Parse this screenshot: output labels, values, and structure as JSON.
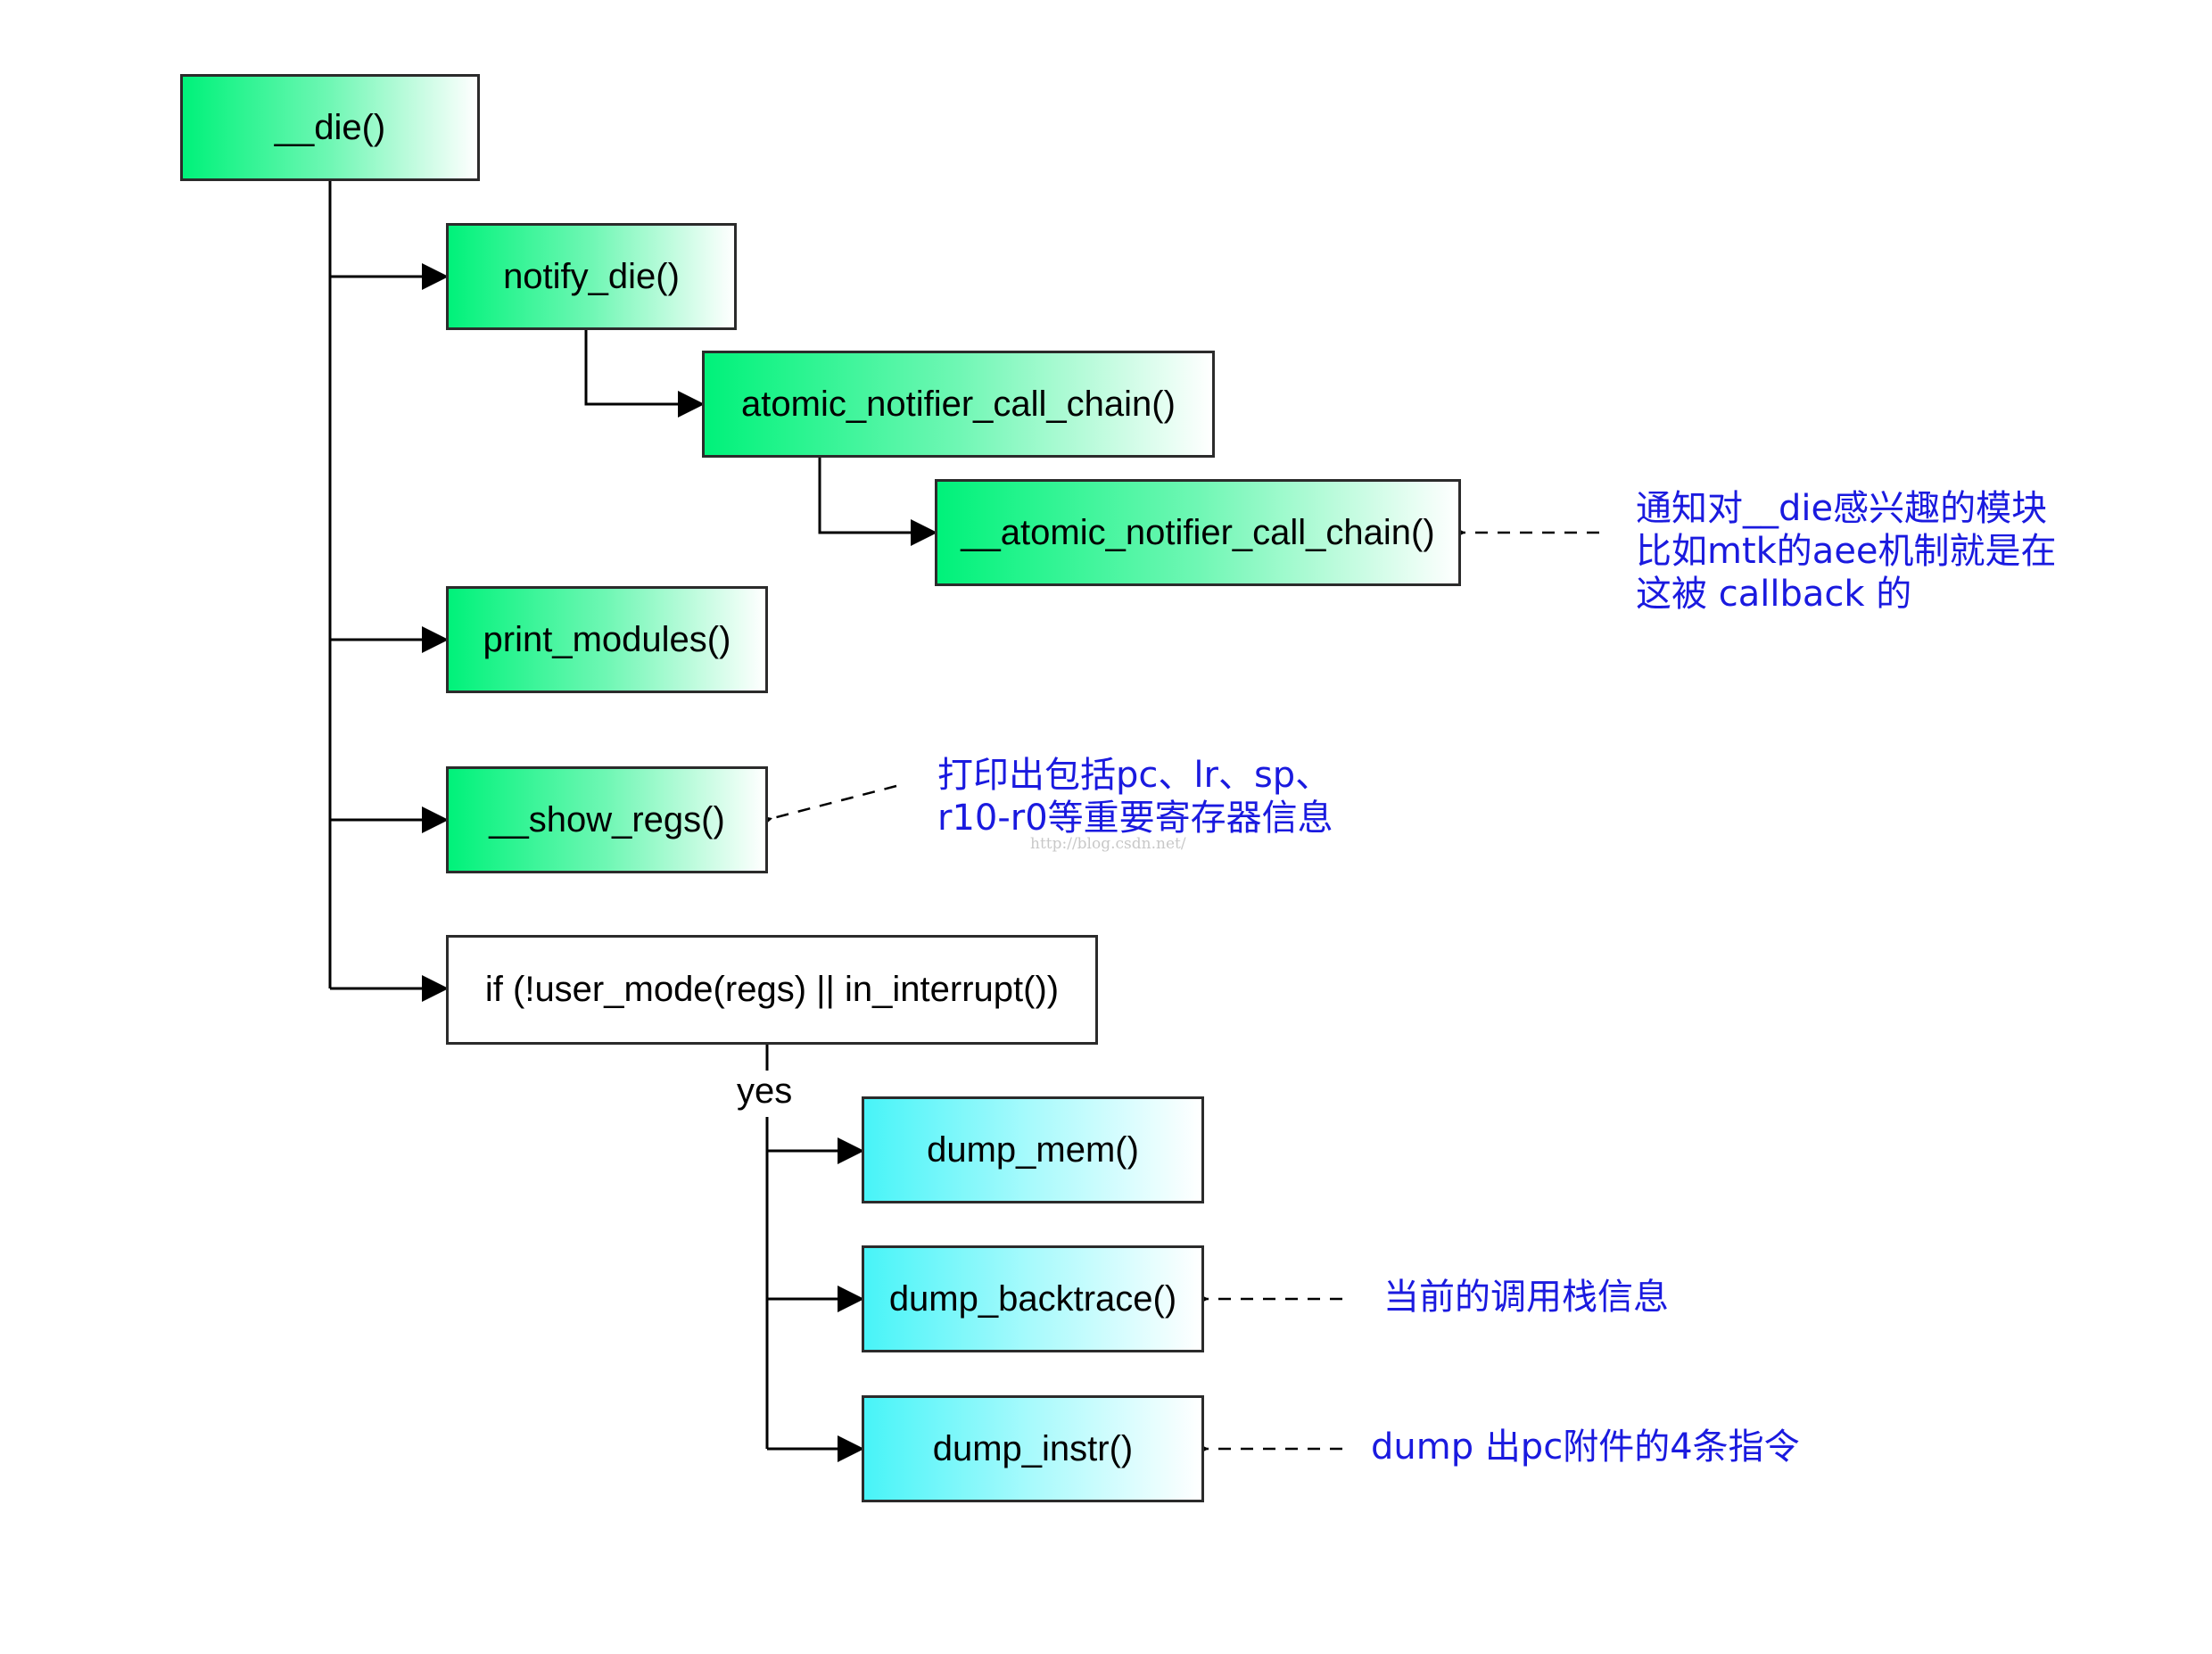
{
  "nodes": {
    "die": "__die()",
    "notify_die": "notify_die()",
    "atomic_chain": "atomic_notifier_call_chain()",
    "atomic_chain_inner": "__atomic_notifier_call_chain()",
    "print_modules": "print_modules()",
    "show_regs": "__show_regs()",
    "if_cond": "if (!user_mode(regs) || in_interrupt())",
    "dump_mem": "dump_mem()",
    "dump_backtrace": "dump_backtrace()",
    "dump_instr": "dump_instr()"
  },
  "branch_label": "yes",
  "notes": {
    "die_listeners": [
      "通知对__die感兴趣的模块",
      "比如mtk的aee机制就是在",
      "这被 callback 的"
    ],
    "show_regs": [
      "打印出包括pc、lr、sp、",
      "r10-r0等重要寄存器信息"
    ],
    "backtrace": "当前的调用栈信息",
    "instr": "dump 出pc附件的4条指令"
  },
  "watermark": "http://blog.csdn.net/",
  "colors": {
    "green_fill": "#00f27a",
    "cyan_fill": "#48f4f8",
    "note_text": "#1a1adf",
    "line": "#000000"
  }
}
